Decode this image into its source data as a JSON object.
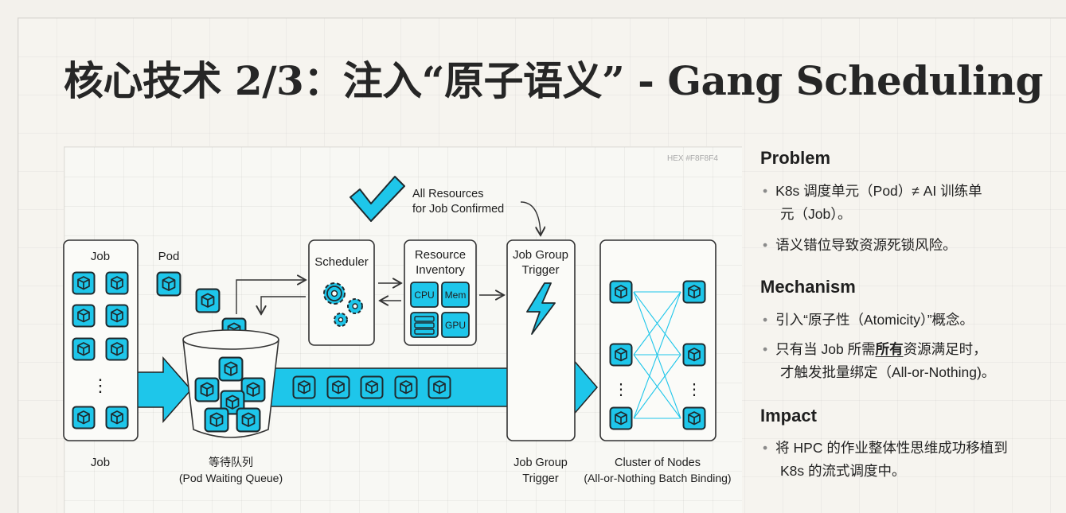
{
  "title": "核心技术 2/3：注入“原子语义” - Gang Scheduling",
  "diagram": {
    "hex_tag": "HEX #F8F8F4",
    "confirm_label_1": "All Resources",
    "confirm_label_2": "for Job Confirmed",
    "job_top": "Job",
    "job_bottom": "Job",
    "pod": "Pod",
    "scheduler": "Scheduler",
    "resource_1": "Resource",
    "resource_2": "Inventory",
    "cpu": "CPU",
    "mem": "Mem",
    "gpu": "GPU",
    "trigger_top_1": "Job Group",
    "trigger_top_2": "Trigger",
    "queue_1": "等待队列",
    "queue_2": "(Pod Waiting Queue)",
    "trigger_bottom_1": "Job Group",
    "trigger_bottom_2": "Trigger",
    "cluster_1": "Cluster of Nodes",
    "cluster_2": "(All-or-Nothing Batch Binding)",
    "ellipsis": "⋮"
  },
  "sections": {
    "problem": {
      "heading": "Problem",
      "b1_line1": "K8s 调度单元（Pod）≠ AI 训练单",
      "b1_line2": "元（Job）。",
      "b2": "语义错位导致资源死锁风险。"
    },
    "mechanism": {
      "heading": "Mechanism",
      "b1": "引入“原子性（Atomicity）”概念。",
      "b2_pre": "只有当 Job 所需",
      "b2_bold": "所有",
      "b2_post": "资源满足时，",
      "b2_line2": "才触发批量绑定（All-or-Nothing)。"
    },
    "impact": {
      "heading": "Impact",
      "b1_line1": "将 HPC 的作业整体性思维成功移植到",
      "b1_line2": "K8s 的流式调度中。"
    }
  },
  "colors": {
    "accent": "#1ec6ea",
    "accent_dark": "#0d7f9c",
    "ink": "#2a2a2a",
    "background": "#f6f4ef"
  }
}
